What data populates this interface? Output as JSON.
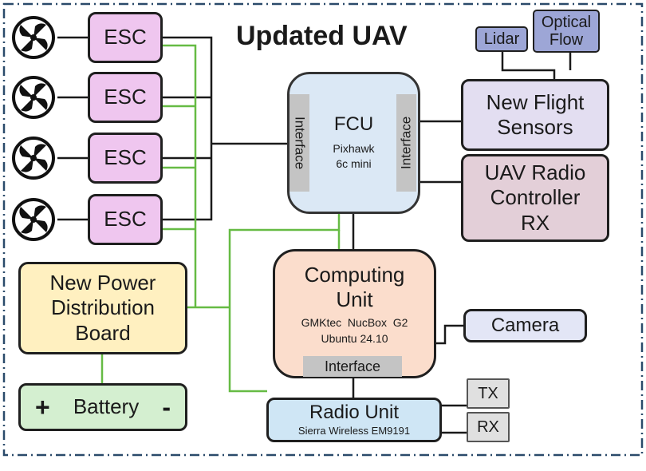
{
  "title": "Updated UAV",
  "escs": [
    "ESC",
    "ESC",
    "ESC",
    "ESC"
  ],
  "motors": [
    "motor-1",
    "motor-2",
    "motor-3",
    "motor-4"
  ],
  "fcu": {
    "name": "FCU",
    "model_line1": "Pixhawk",
    "model_line2": "6c mini",
    "left_interface": "Interface",
    "right_interface": "Interface"
  },
  "sensors": {
    "lidar": "Lidar",
    "optical_flow_line1": "Optical",
    "optical_flow_line2": "Flow",
    "new_flight_sensors_line1": "New Flight",
    "new_flight_sensors_line2": "Sensors"
  },
  "radio_controller": {
    "line1": "UAV Radio",
    "line2": "Controller",
    "line3": "RX"
  },
  "power_board": {
    "line1": "New Power",
    "line2": "Distribution",
    "line3": "Board"
  },
  "battery": {
    "plus": "+",
    "label": "Battery",
    "minus": "-"
  },
  "computing_unit": {
    "line1": "Computing",
    "line2": "Unit",
    "model_line1": "GMKtec  NucBox  G2",
    "model_line2": "Ubuntu 24.10",
    "interface": "Interface"
  },
  "camera": "Camera",
  "radio_unit": {
    "name": "Radio Unit",
    "model": "Sierra Wireless EM9191"
  },
  "antennas": {
    "tx": "TX",
    "rx": "RX"
  },
  "colors": {
    "power_wire": "#66bb44",
    "signal_wire": "#1a1a1a",
    "border_dash": "#2a4a6a"
  }
}
